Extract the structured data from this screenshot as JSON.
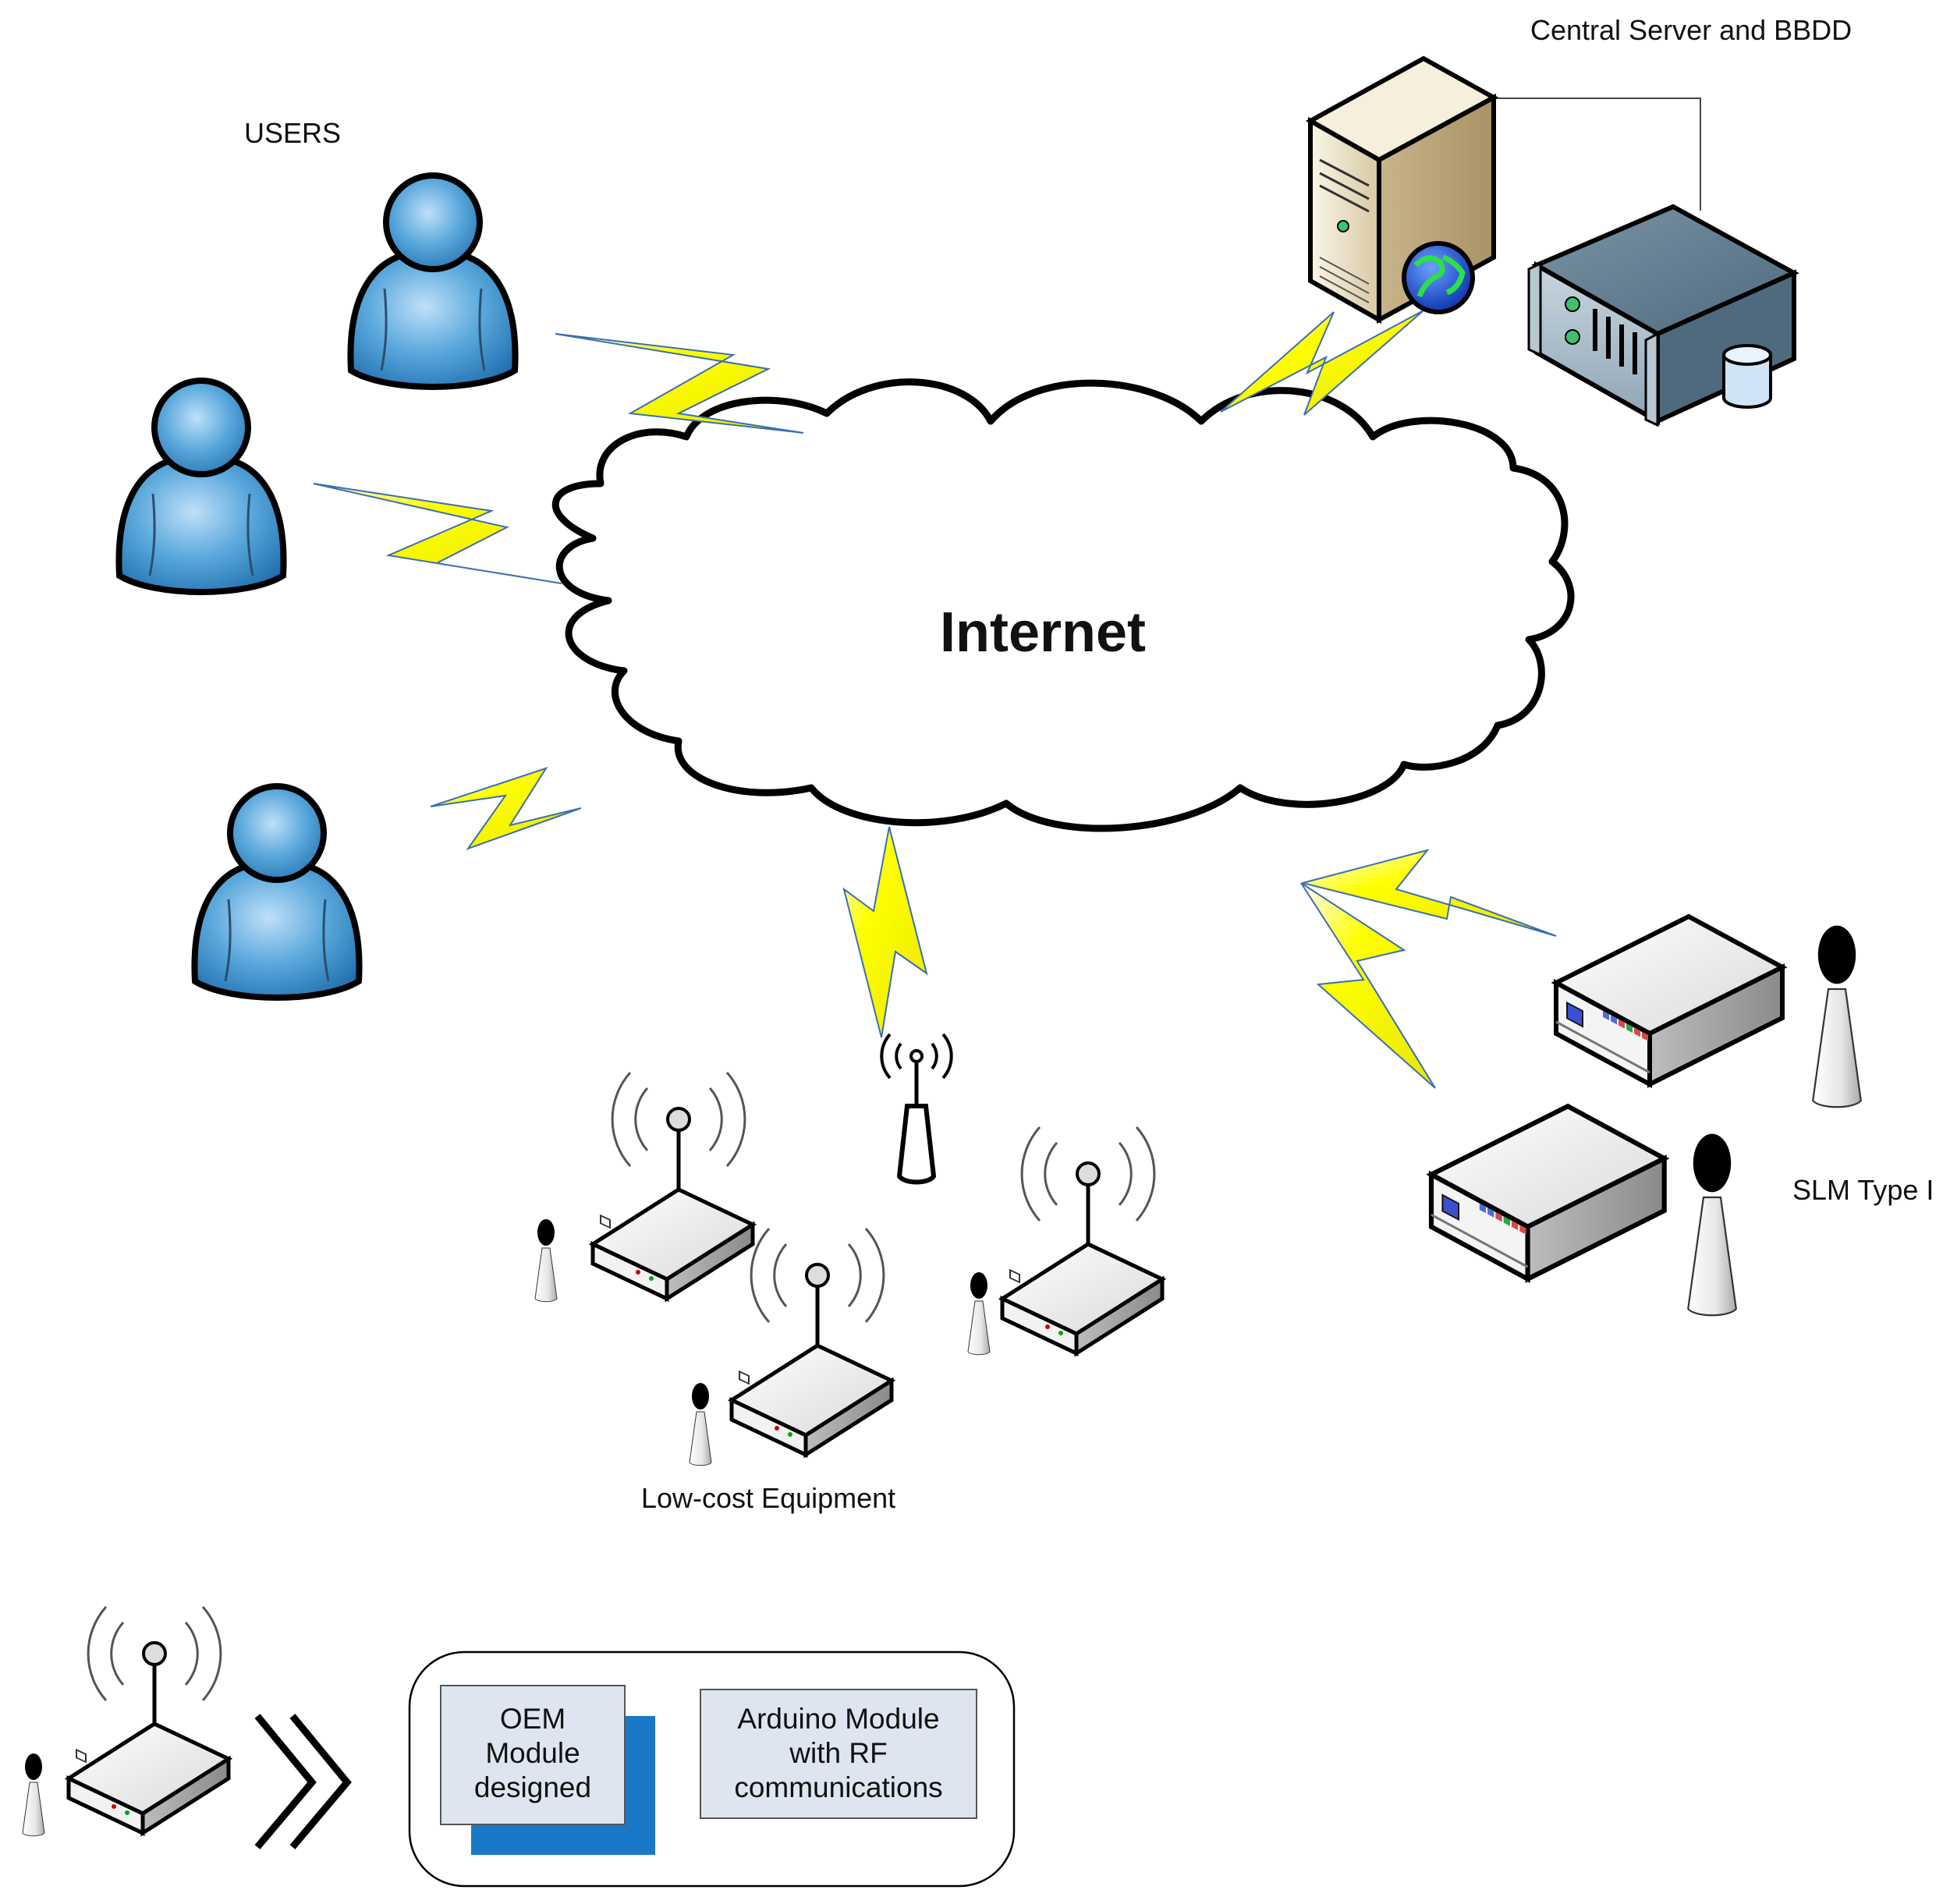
{
  "labels": {
    "users": "USERS",
    "server": "Central Server and BBDD",
    "internet": "Internet",
    "slm": "SLM Type I",
    "lowcost": "Low-cost Equipment"
  },
  "legend": {
    "oem": [
      "OEM",
      "Module",
      "designed"
    ],
    "arduino": [
      "Arduino Module",
      "with RF",
      "communications"
    ]
  },
  "colors": {
    "lightning_fill": "#ffff00",
    "lightning_edge": "#3a6fb0",
    "user_fill": "#4a9fd8",
    "cloud_stroke": "#000000",
    "oem_shadow": "#1a78c8",
    "module_box": "#dde6f0"
  }
}
